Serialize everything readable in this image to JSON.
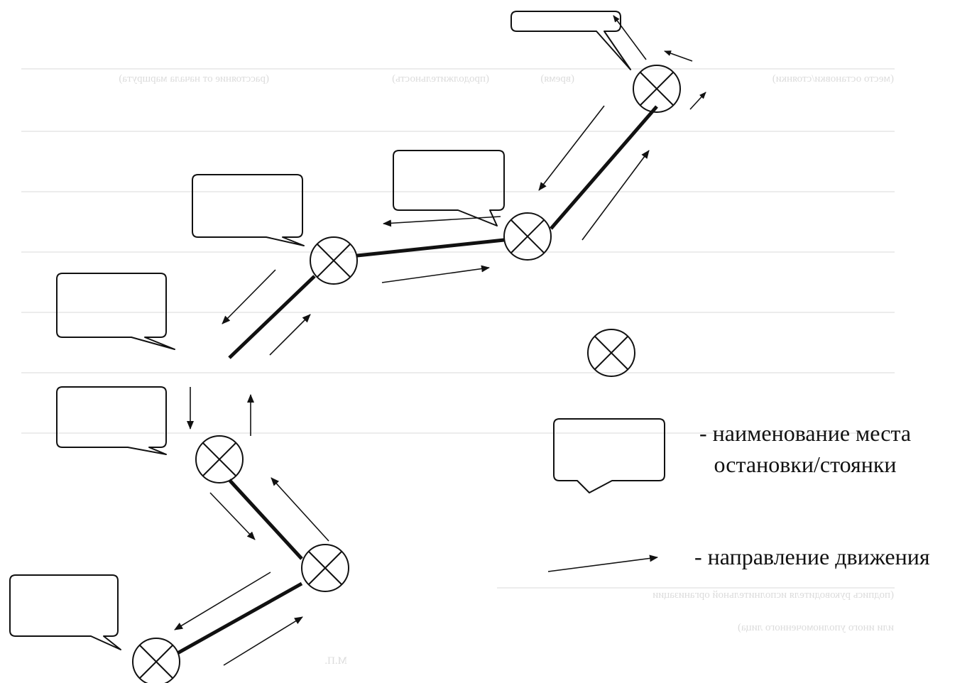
{
  "colors": {
    "line": "#111111",
    "background": "#ffffff",
    "ghost_text": "#9a9a9a"
  },
  "legend": {
    "stop_label_line1": "- наименование места",
    "stop_label_line2": "остановки/стоянки",
    "direction_label": "- направление движения"
  },
  "ghost": {
    "col_time": "(время)",
    "col_duration": "(продолжительность)",
    "col_stop_name": "(место остановки/стоянки)",
    "col_distance": "(расстояние от начала маршрута)",
    "footer_line1": "(подпись руководителя исполнительной организации",
    "footer_line2": "или иного уполномоченного лица)",
    "footer_line3": "М.П."
  }
}
